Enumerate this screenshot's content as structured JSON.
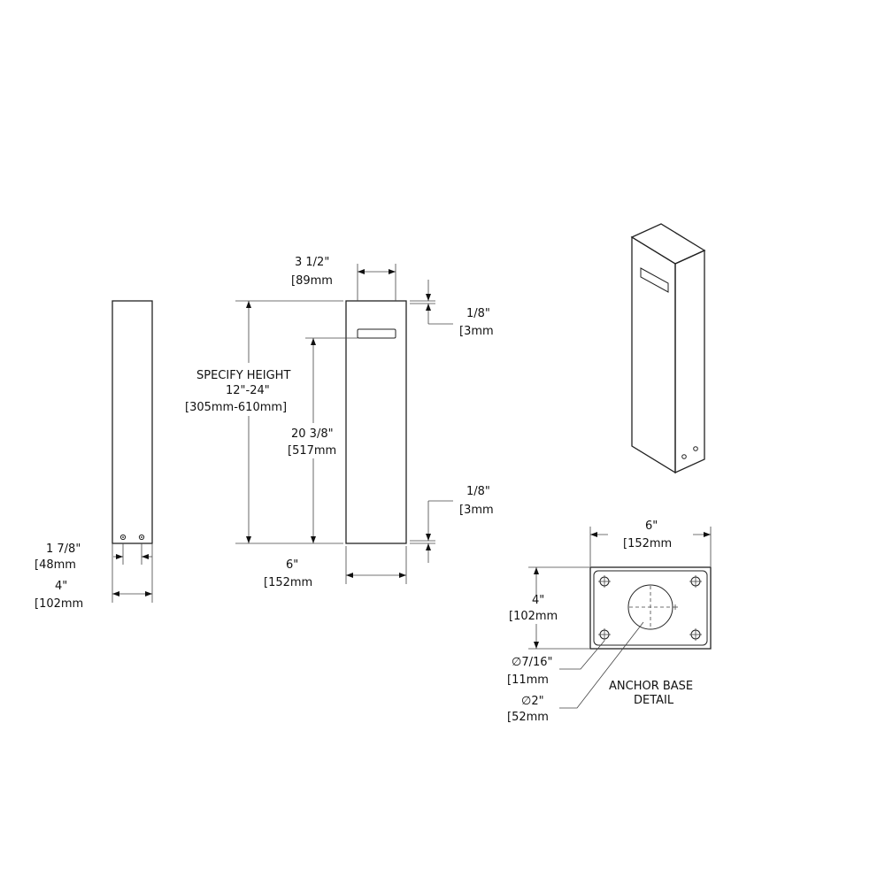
{
  "side_view": {
    "leg_width_imperial": "1 7/8\"",
    "leg_width_metric": "[48mm",
    "depth_imperial": "4\"",
    "depth_metric": "[102mm"
  },
  "front_view": {
    "slot_width_imperial": "3 1/2\"",
    "slot_width_metric": "[89mm",
    "top_gap_imperial": "1/8\"",
    "top_gap_metric": "[3mm",
    "height_title_1": "SPECIFY HEIGHT",
    "height_title_2": "12\"-24\"",
    "height_title_3": "[305mm-610mm]",
    "slot_height_imperial": "20 3/8\"",
    "slot_height_metric": "[517mm",
    "bottom_gap_imperial": "1/8\"",
    "bottom_gap_metric": "[3mm",
    "width_imperial": "6\"",
    "width_metric": "[152mm"
  },
  "anchor_base": {
    "width_imperial": "6\"",
    "width_metric": "[152mm",
    "depth_imperial": "4\"",
    "depth_metric": "[102mm",
    "hole_dia_imperial": "∅7/16\"",
    "hole_dia_metric": "[11mm",
    "center_dia_imperial": "∅2\"",
    "center_dia_metric": "[52mm",
    "title_line1": "ANCHOR BASE",
    "title_line2": "DETAIL"
  }
}
